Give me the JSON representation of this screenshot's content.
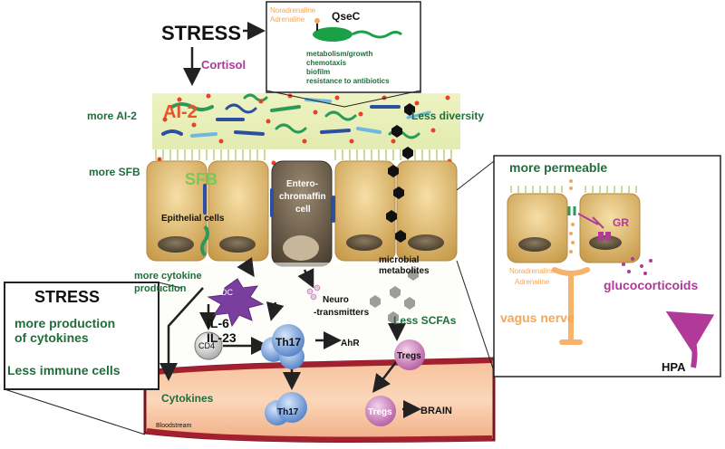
{
  "top": {
    "stress": "STRESS",
    "cortisol": "Cortisol",
    "noradrenaline": "Noradrenaline",
    "adrenaline": "Adrenaline",
    "qsec": "QseC",
    "effects": [
      "metabolism/growth",
      "chemotaxis",
      "biofilm",
      "resistance to antibiotics"
    ]
  },
  "lumen": {
    "ai2": "AI-2",
    "more_ai2": "more AI-2",
    "less_diversity": "Less diversity",
    "more_sfb": "more SFB",
    "sfb": "SFB"
  },
  "epithelium": {
    "epithelial_cells": "Epithelial cells",
    "entero_line1": "Entero-",
    "entero_line2": "chromaffin",
    "entero_line3": "cell",
    "microbial_line1": "microbial",
    "microbial_line2": "metabolites"
  },
  "immune": {
    "more_cytokine_line1": "more cytokine",
    "more_cytokine_line2": "production",
    "dc": "DC",
    "neuro_line1": "Neuro",
    "neuro_line2": "-transmitters",
    "il6": "IL-6",
    "il23": "IL-23",
    "cd4": "CD4",
    "th17": "Th17",
    "ahr": "AhR",
    "less_scfas": "Less SCFAs",
    "tregs": "Tregs"
  },
  "blood": {
    "cytokines": "Cytokines",
    "bloodstream": "Bloodstream",
    "th17": "Th17",
    "tregs": "Tregs",
    "brain": "BRAIN"
  },
  "stress_box": {
    "title": "STRESS",
    "line1": "more production",
    "line2": "of cytokines",
    "line3": "Less immune cells"
  },
  "inset": {
    "more_permeable": "more permeable",
    "gr": "GR",
    "noradrenaline": "Noradrenaline",
    "adrenaline": "Adrenaline",
    "glucocorticoids": "glucocorticoids",
    "vagus": "vagus nerve",
    "hpa": "HPA"
  },
  "colors": {
    "dark_green": "#1f6e3c",
    "purple": "#b0399a",
    "orange_red": "#e8532a",
    "light_green": "#7dc65a",
    "orange": "#f2a75a",
    "blue": "#5b84c4",
    "tregs_purple": "#c87ab8"
  }
}
